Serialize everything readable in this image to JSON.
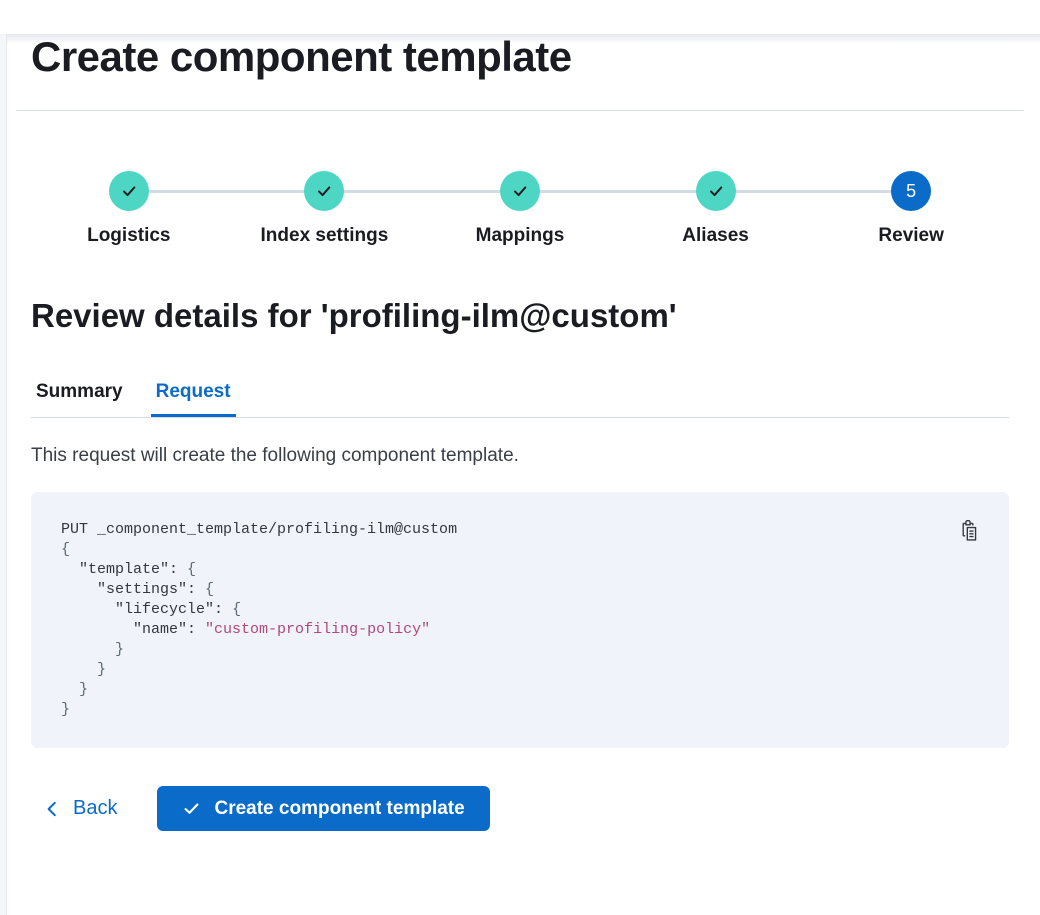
{
  "page": {
    "title": "Create component template"
  },
  "steps": {
    "items": [
      {
        "label": "Logistics",
        "status": "complete"
      },
      {
        "label": "Index settings",
        "status": "complete"
      },
      {
        "label": "Mappings",
        "status": "complete"
      },
      {
        "label": "Aliases",
        "status": "complete"
      },
      {
        "label": "Review",
        "status": "current",
        "number": "5"
      }
    ]
  },
  "review": {
    "heading": "Review details for 'profiling-ilm@custom'",
    "tabs": [
      {
        "label": "Summary",
        "active": false
      },
      {
        "label": "Request",
        "active": true
      }
    ],
    "description": "This request will create the following component template."
  },
  "code_block": {
    "lines": [
      [
        [
          "plain",
          "PUT _component_template/profiling-ilm@custom"
        ]
      ],
      [
        [
          "punct",
          "{"
        ]
      ],
      [
        [
          "plain",
          "  "
        ],
        [
          "key",
          "\"template\""
        ],
        [
          "plain",
          ": "
        ],
        [
          "punct",
          "{"
        ]
      ],
      [
        [
          "plain",
          "    "
        ],
        [
          "key",
          "\"settings\""
        ],
        [
          "plain",
          ": "
        ],
        [
          "punct",
          "{"
        ]
      ],
      [
        [
          "plain",
          "      "
        ],
        [
          "key",
          "\"lifecycle\""
        ],
        [
          "plain",
          ": "
        ],
        [
          "punct",
          "{"
        ]
      ],
      [
        [
          "plain",
          "        "
        ],
        [
          "key",
          "\"name\""
        ],
        [
          "plain",
          ": "
        ],
        [
          "str",
          "\"custom-profiling-policy\""
        ]
      ],
      [
        [
          "plain",
          "      "
        ],
        [
          "punct",
          "}"
        ]
      ],
      [
        [
          "plain",
          "    "
        ],
        [
          "punct",
          "}"
        ]
      ],
      [
        [
          "plain",
          "  "
        ],
        [
          "punct",
          "}"
        ]
      ],
      [
        [
          "punct",
          "}"
        ]
      ]
    ]
  },
  "footer": {
    "back_label": "Back",
    "submit_label": "Create component template"
  },
  "colors": {
    "primary_blue": "#0a6cc8",
    "step_complete_teal": "#4dd6c3",
    "code_background": "#f0f3fa",
    "code_string": "#b0487c",
    "text_dark": "#1a1c21",
    "divider": "#d3dae6"
  }
}
